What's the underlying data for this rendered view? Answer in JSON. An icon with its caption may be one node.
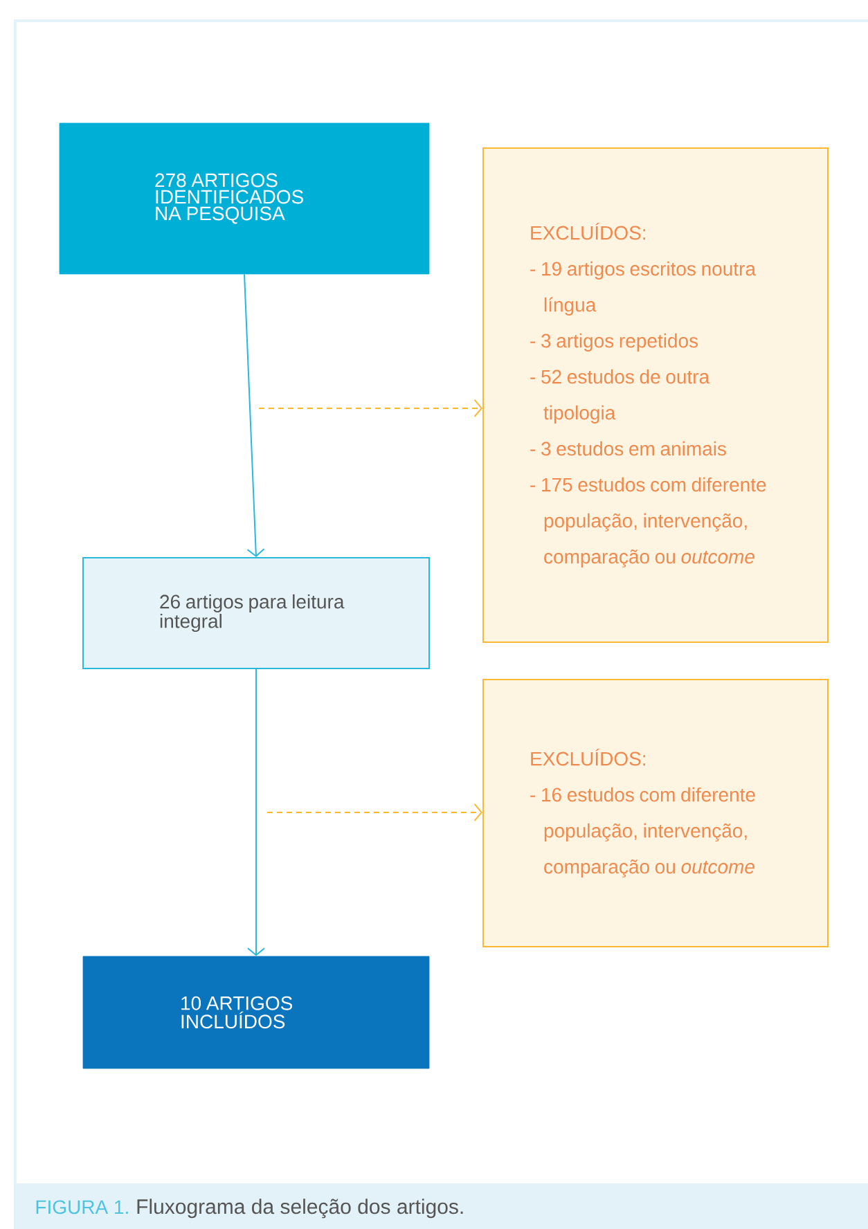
{
  "diagram": {
    "caption": "Fluxograma da seleção dos artigos.",
    "nodes": [
      {
        "text": [
          "278 ARTIGOS IDENTIFICADOS NA PESQUISA"
        ]
      },
      {
        "text": [
          "EXCLUÍDOS:",
          "- 19 artigos escritos noutra língua",
          "- 3 artigos repetidos",
          "- 52 estudos de outra tipologia",
          "- 3 estudos em animais",
          "- 175 estudos com diferente população, intervenção, comparação ou *outcome*"
        ]
      },
      {
        "text": [
          "26 artigos para leitura integral"
        ]
      },
      {
        "text": [
          "EXCLUÍDOS:",
          "- 16 estudos com diferente população, intervenção, comparação ou *outcome*"
        ]
      },
      {
        "text": [
          "10 ARTIGOS INCLUÍDOS"
        ]
      }
    ],
    "edges": [
      {
        "from": 0,
        "to": 2,
        "arrow": "to"
      },
      {
        "from": null,
        "to": 1,
        "arrow": "to",
        "style": "dashed",
        "color": "#fbb832"
      },
      {
        "from": 2,
        "to": 4,
        "arrow": "to"
      },
      {
        "from": null,
        "to": 3,
        "arrow": "to",
        "style": "dashed",
        "color": "#fbb832"
      }
    ],
    "labels": [
      "FIGURA 1."
    ]
  }
}
